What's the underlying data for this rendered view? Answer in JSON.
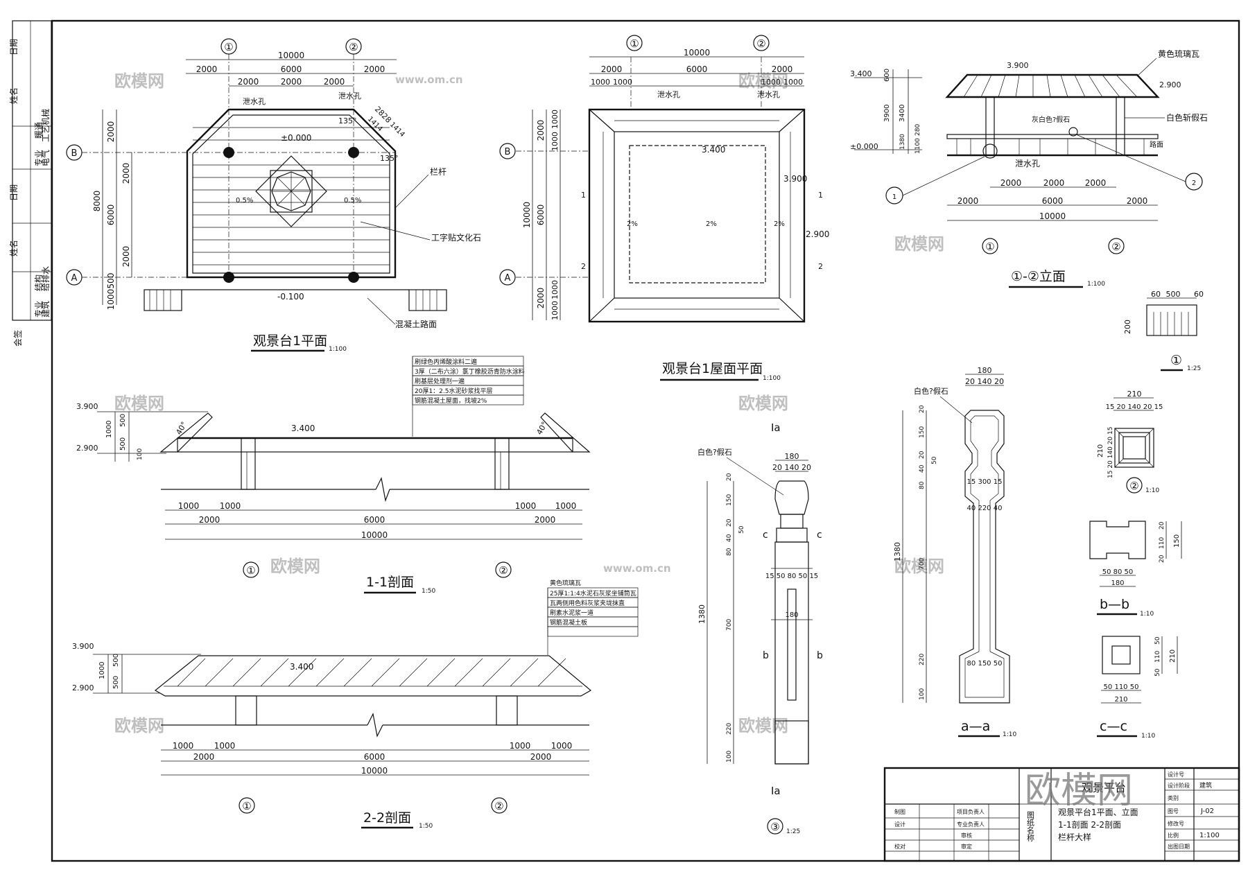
{
  "left_strip": {
    "top_labels": [
      "专业",
      "电气",
      "暖通",
      "工艺机械"
    ],
    "top_headers": [
      "日期",
      "姓名",
      "日期",
      "姓名"
    ],
    "bottom_labels": [
      "专业",
      "建筑",
      "结构",
      "给排水"
    ],
    "sign": "会签"
  },
  "watermark": {
    "main": "欧模网",
    "url": "www.om.cn",
    "big": "欧模网"
  },
  "plan1": {
    "title": "观景台1平面",
    "scale": "1:100",
    "axis_1": "①",
    "axis_2": "②",
    "axis_A": "A",
    "axis_B": "B",
    "dims_top": [
      "10000",
      "2000",
      "6000",
      "2000",
      "2000",
      "2000",
      "2000"
    ],
    "dims_left": [
      "8000",
      "2000",
      "6000",
      "2000",
      "2000",
      "1000",
      "500"
    ],
    "diag": [
      "2828",
      "1414",
      "1414"
    ],
    "angle": "135°",
    "drain1": "泄水孔",
    "drain2": "泄水孔",
    "level0": "±0.000",
    "level_road": "-0.100",
    "slope": "0.5%",
    "rail": "栏杆",
    "stone": "工字贴文化石",
    "road": "混凝土路面"
  },
  "roof": {
    "title": "观景台1屋面平面",
    "scale": "1:100",
    "dims_top": [
      "10000",
      "2000",
      "6000",
      "2000",
      "1000",
      "1000",
      "1000",
      "1000"
    ],
    "dims_left": [
      "10000",
      "6000",
      "2000",
      "2000",
      "1000",
      "1000",
      "1000",
      "1000"
    ],
    "drain": "泄水孔",
    "level1": "3.400",
    "level2": "3.900",
    "level3": "2.900",
    "slope": "2%",
    "cut1": "1",
    "cut2": "2"
  },
  "elev": {
    "title": "①-②立面",
    "scale": "1:100",
    "tile": "黄色琉璃瓦",
    "stone": "白色斩假石",
    "stone2": "灰白色?假石",
    "road": "路面",
    "drain": "泄水孔",
    "level_top": "3.900",
    "level_eave": "2.900",
    "level_a": "3.400",
    "level_0": "±0.000",
    "vert": [
      "600",
      "3900",
      "3400",
      "280",
      "1100",
      "1380"
    ],
    "dims1": [
      "2000",
      "2000",
      "2000"
    ],
    "dims2": [
      "2000",
      "6000",
      "2000"
    ],
    "dims3": "10000",
    "ref1": "1",
    "ref2": "2"
  },
  "detail1": {
    "dims": [
      "60",
      "500",
      "60"
    ],
    "h": "200",
    "title": "①",
    "scale": "1:25"
  },
  "sec11": {
    "title": "1-1剖面",
    "scale": "1:50",
    "notes": [
      "刷绿色丙烯酸涂料二遍",
      "3厚（二布六涂）氯丁橡胶沥青防水涂料",
      "刷基层处理剂一遍",
      "20厚1：2.5水泥砂浆找平层",
      "钢筋混凝土屋面，找坡2%"
    ],
    "level_top": "3.900",
    "level_eave": "2.900",
    "level_mid": "3.400",
    "vert": [
      "1000",
      "500",
      "500",
      "100"
    ],
    "angle": "40°",
    "dims_a": [
      "1000",
      "1000",
      "1000",
      "1000"
    ],
    "dims_b": [
      "2000",
      "6000",
      "2000"
    ],
    "dims_c": "10000",
    "axis_1": "①",
    "axis_2": "②"
  },
  "sec22": {
    "title": "2-2剖面",
    "scale": "1:50",
    "notes": [
      "黄色琉璃瓦",
      "25厚1:1:4水泥石灰浆坐铺筒瓦",
      "瓦两侧用色料灰浆夹垅抹直",
      "刷素水泥浆一道",
      "钢筋混凝土板"
    ],
    "level_top": "3.900",
    "level_eave": "2.900",
    "level_mid": "3.400",
    "vert": [
      "1000",
      "500",
      "500"
    ],
    "dims_a": [
      "1000",
      "1000",
      "1000",
      "1000"
    ],
    "dims_b": [
      "2000",
      "6000",
      "2000"
    ],
    "dims_c": "10000",
    "axis_1": "①",
    "axis_2": "②"
  },
  "detail3": {
    "title": "③",
    "scale": "1:25",
    "stone": "白色?假石",
    "cut_a": "Ia",
    "cut_b": "b",
    "cut_c": "c",
    "top": "180",
    "top2": "20 140 20",
    "mid": "15 50 80 50 15",
    "mid2": "180",
    "vert": [
      "20",
      "150",
      "20",
      "50",
      "40",
      "80",
      "1380",
      "700",
      "220",
      "100"
    ]
  },
  "detail_aa": {
    "title": "a—a",
    "scale": "1:10",
    "stone": "白色?假石",
    "top": "180",
    "top2": "20 140 20",
    "w1": "15 300 15",
    "w2": "40 220 40",
    "w3": "80 150 50",
    "vert": [
      "20",
      "150",
      "20",
      "50",
      "40",
      "80",
      "1380",
      "700",
      "220",
      "100"
    ]
  },
  "detail2": {
    "title": "②",
    "scale": "1:10",
    "top": "210",
    "top2": "15 20 140 20 15",
    "side": "210",
    "side2": "15 20 140 20 15"
  },
  "detail_bb": {
    "title": "b—b",
    "scale": "1:10",
    "w": "50 80 50",
    "w2": "180",
    "h": [
      "20",
      "110",
      "20",
      "150"
    ]
  },
  "detail_cc": {
    "title": "c—c",
    "scale": "1:10",
    "w": "50 110 50",
    "w2": "210",
    "h": [
      "50",
      "110",
      "50",
      "210"
    ]
  },
  "title_block": {
    "project": "观景平台",
    "stage_label": "设计阶段",
    "stage": "建筑",
    "num_label": "设计号",
    "cat_label": "类别",
    "drawing_no_label": "图号",
    "drawing_no": "J-02",
    "rev_label": "修改号",
    "scale_label": "比例",
    "scale": "1:100",
    "date_label": "出图日期",
    "draw": "制图",
    "design": "设计",
    "check": "校对",
    "pm": "项目负责人",
    "sp": "专业负责人",
    "audit": "审核",
    "approve": "审定",
    "name_label": "图纸名称",
    "name_lines": [
      "观景平台1平面、立面",
      "1-1剖面 2-2剖面",
      "栏杆大样"
    ]
  }
}
